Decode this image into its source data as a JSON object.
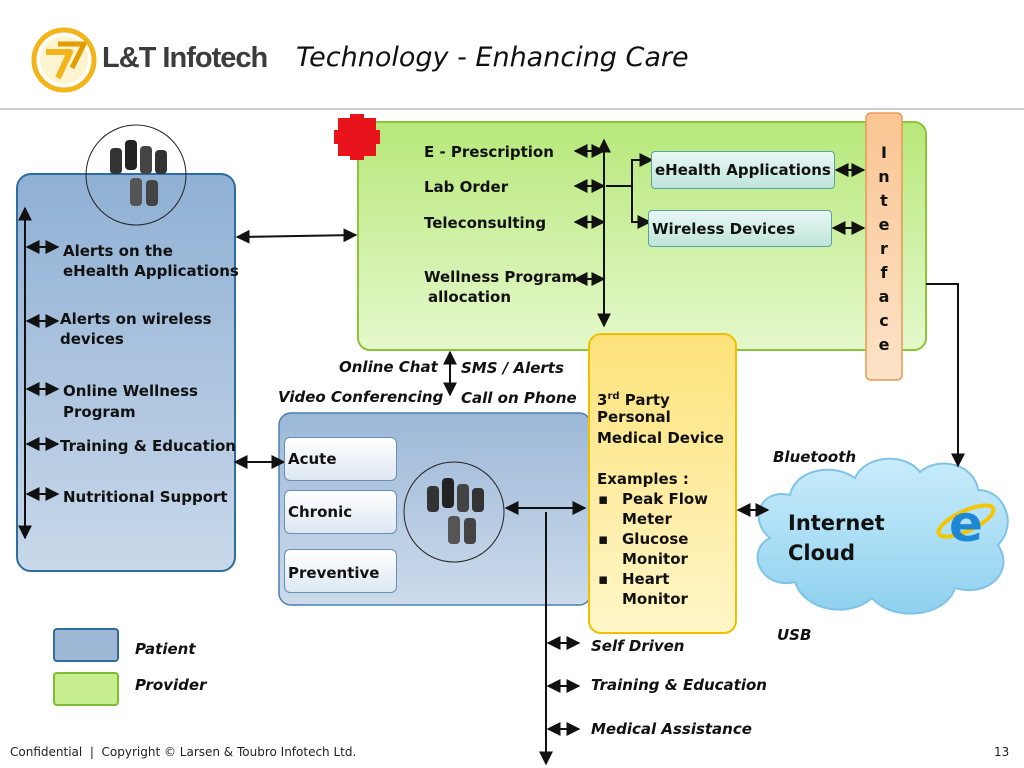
{
  "header": {
    "logo_text": "L&T Infotech",
    "title": "Technology - Enhancing Care"
  },
  "provider_panel": {
    "items": [
      "E - Prescription",
      "Lab Order",
      "Teleconsulting",
      "Wellness Program",
      "allocation"
    ],
    "ehealth_apps": "eHealth Applications",
    "wireless_devices": "Wireless Devices"
  },
  "interface_letters": [
    "I",
    "n",
    "t",
    "e",
    "r",
    "f",
    "a",
    "c",
    "e"
  ],
  "patient_panel": {
    "items": [
      "Alerts on the",
      "eHealth Applications",
      "Alerts on wireless",
      "devices",
      "Online Wellness",
      "Program",
      "Training & Education",
      "Nutritional Support"
    ]
  },
  "channels": {
    "online_chat": "Online Chat",
    "video_conferencing": "Video Conferencing",
    "sms_alerts": "SMS / Alerts",
    "call_on_phone": "Call on Phone"
  },
  "care_types": [
    "Acute",
    "Chronic",
    "Preventive"
  ],
  "device_panel": {
    "line1_prefix": "3",
    "line1_sup": "rd",
    "line1_suffix": " Party",
    "line2": "Personal",
    "line3": "Medical Device",
    "examples_label": "Examples :",
    "examples": [
      "Peak Flow",
      "Meter",
      "Glucose",
      "Monitor",
      "Heart",
      "Monitor"
    ]
  },
  "connections": {
    "bluetooth": "Bluetooth",
    "usb": "USB"
  },
  "cloud": {
    "line1": "Internet",
    "line2": "Cloud",
    "icon": "internet-explorer-icon"
  },
  "support_items": [
    "Self Driven",
    "Training & Education",
    "Medical Assistance"
  ],
  "legend": [
    {
      "label": "Patient",
      "color": "#9fb8d6"
    },
    {
      "label": "Provider",
      "color": "#c6ee8e"
    }
  ],
  "footer": {
    "copyright": "Confidential  |  Copyright © Larsen & Toubro Infotech Ltd.",
    "page_number": "13"
  },
  "colors": {
    "patient_fill": "#9fb8d6",
    "provider_fill": "#c9ee93",
    "device_fill": "#fde88e",
    "interface_fill": "#fbd3ad",
    "cloud_fill": "#a9ddf4",
    "cross": "#e8131b",
    "logo": "#f2b418"
  }
}
